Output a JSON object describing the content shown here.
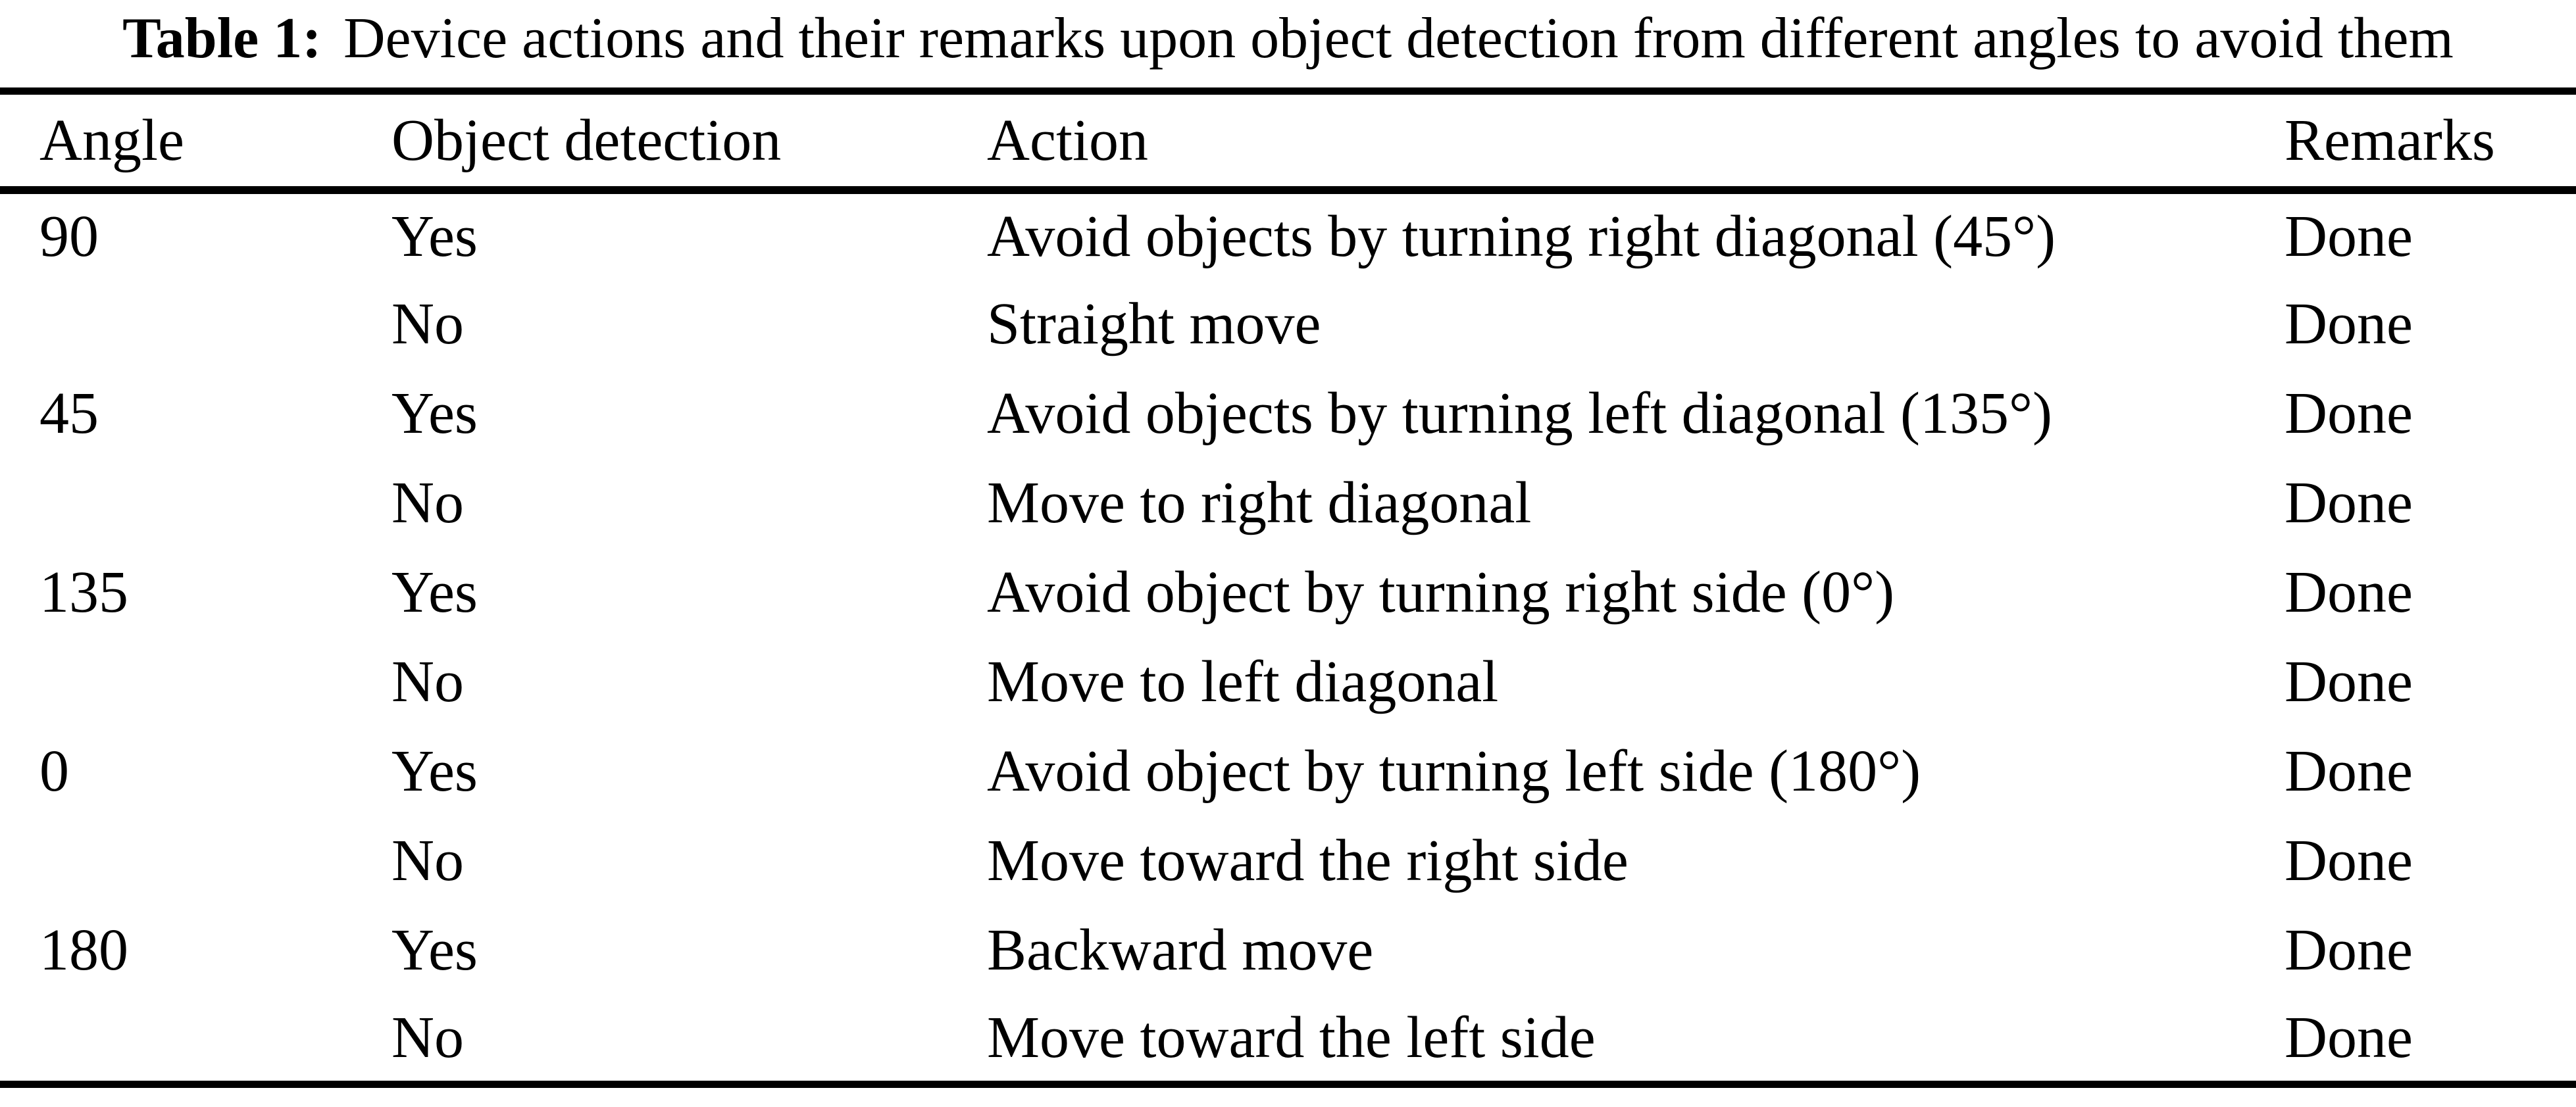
{
  "caption": {
    "label": "Table 1:",
    "text": "Device actions and their remarks upon object detection from different angles to avoid them"
  },
  "table": {
    "columns": [
      "Angle",
      "Object detection",
      "Action",
      "Remarks"
    ],
    "rows": [
      {
        "angle": "90",
        "detection": "Yes",
        "action": "Avoid objects by turning right diagonal (45°)",
        "remarks": "Done"
      },
      {
        "angle": "",
        "detection": "No",
        "action": "Straight move",
        "remarks": "Done"
      },
      {
        "angle": "45",
        "detection": "Yes",
        "action": "Avoid objects by turning left diagonal (135°)",
        "remarks": "Done"
      },
      {
        "angle": "",
        "detection": "No",
        "action": "Move to right diagonal",
        "remarks": "Done"
      },
      {
        "angle": "135",
        "detection": "Yes",
        "action": "Avoid object by turning right side (0°)",
        "remarks": "Done"
      },
      {
        "angle": "",
        "detection": "No",
        "action": "Move to left diagonal",
        "remarks": "Done"
      },
      {
        "angle": "0",
        "detection": "Yes",
        "action": "Avoid object by turning left side (180°)",
        "remarks": "Done"
      },
      {
        "angle": "",
        "detection": "No",
        "action": "Move toward the right side",
        "remarks": "Done"
      },
      {
        "angle": "180",
        "detection": "Yes",
        "action": "Backward move",
        "remarks": "Done"
      },
      {
        "angle": "",
        "detection": "No",
        "action": "Move toward the left side",
        "remarks": "Done"
      }
    ]
  },
  "colors": {
    "background": "#ffffff",
    "text": "#000000",
    "rule": "#000000"
  }
}
